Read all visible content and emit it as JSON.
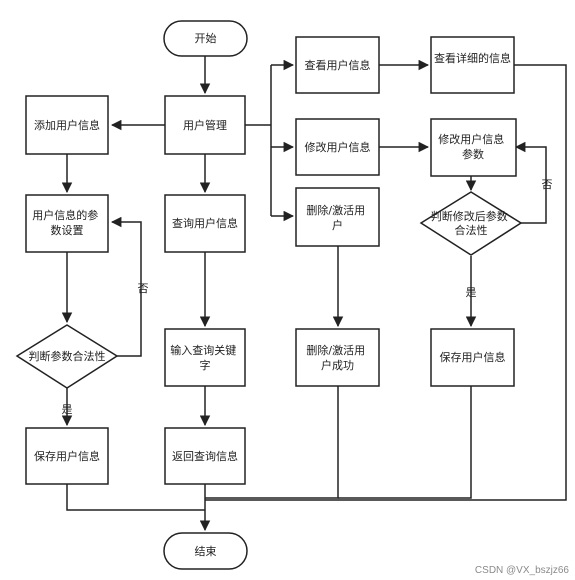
{
  "nodes": {
    "start": "开始",
    "user_mgmt": "用户管理",
    "add_user": "添加用户信息",
    "param_setting": [
      "用户信息的参",
      "数设置"
    ],
    "check_params": "判断参数合法性",
    "save_user_left": "保存用户信息",
    "query_user": "查询用户信息",
    "input_keyword": [
      "输入查询关键",
      "字"
    ],
    "return_query": "返回查询信息",
    "view_user": "查看用户信息",
    "view_detail": "查看详细的信息",
    "modify_user": "修改用户信息",
    "modify_params": [
      "修改用户信息",
      "参数"
    ],
    "check_modified": [
      "判断修改后参数",
      "合法性"
    ],
    "save_user_right": "保存用户信息",
    "delete_activate": [
      "删除/激活用",
      "户"
    ],
    "delete_success": [
      "删除/激活用",
      "户成功"
    ],
    "end": "结束"
  },
  "labels": {
    "yes": "是",
    "no": "否"
  },
  "watermark": "CSDN @VX_bszjz66"
}
